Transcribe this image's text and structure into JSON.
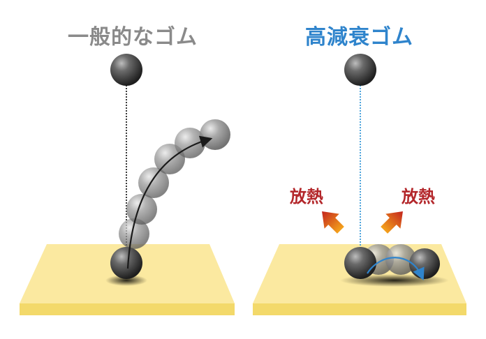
{
  "panels": {
    "left": {
      "title": "一般的なゴム",
      "title_color": "#8a8a8a"
    },
    "right": {
      "title": "高減衰ゴム",
      "title_color": "#2f84cc"
    }
  },
  "heat": {
    "label": "放熱",
    "label_color": "#b3262a"
  },
  "colors": {
    "plate_top": "#fbe9a0",
    "plate_side": "#f3d96a",
    "drop_line_left": "#3a3a3a",
    "drop_line_right": "#3a9ad8",
    "ball": "#3b3b3b",
    "arrow_black": "#1a1a1a",
    "arrow_blue": "#2f84cc"
  }
}
